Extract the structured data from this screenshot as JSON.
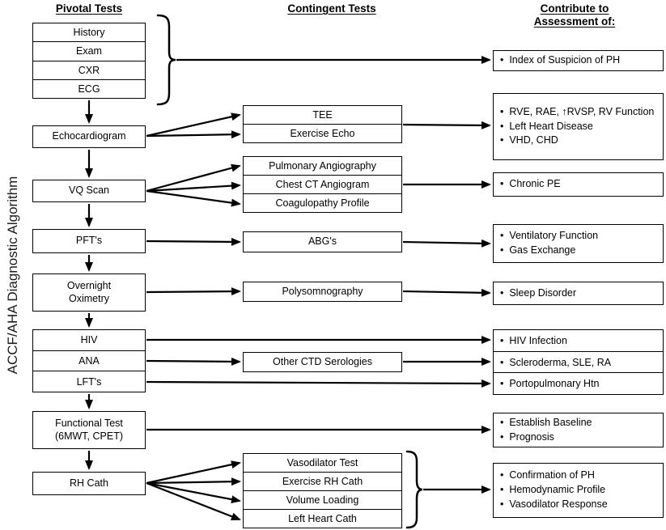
{
  "side_label": "ACCF/AHA Diagnostic Algorithm",
  "colors": {
    "ink": "#000000",
    "background": "#ffffff"
  },
  "headers": {
    "pivotal": "Pivotal Tests",
    "contingent": "Contingent Tests",
    "contribute_line1": "Contribute to",
    "contribute_line2": "Assessment of:"
  },
  "pivotal": {
    "intake": [
      "History",
      "Exam",
      "CXR",
      "ECG"
    ],
    "echocardiogram": "Echocardiogram",
    "vq_scan": "VQ Scan",
    "pfts": "PFT's",
    "overnight_oximetry": [
      "Overnight",
      "Oximetry"
    ],
    "serologies": [
      "HIV",
      "ANA",
      "LFT's"
    ],
    "functional_test": [
      "Functional Test",
      "(6MWT, CPET)"
    ],
    "rh_cath": "RH Cath"
  },
  "contingent": {
    "echo": [
      "TEE",
      "Exercise Echo"
    ],
    "vq": [
      "Pulmonary Angiography",
      "Chest CT Angiogram",
      "Coagulopathy Profile"
    ],
    "abgs": "ABG's",
    "polysomnography": "Polysomnography",
    "ctd": "Other CTD Serologies",
    "cath": [
      "Vasodilator Test",
      "Exercise RH Cath",
      "Volume Loading",
      "Left Heart Cath"
    ]
  },
  "assessment": {
    "suspicion": [
      "Index of Suspicion of PH"
    ],
    "echo": [
      "RVE, RAE, ↑RVSP, RV Function",
      "Left Heart Disease",
      "VHD, CHD"
    ],
    "chronic_pe": [
      "Chronic PE"
    ],
    "ventilation": [
      "Ventilatory Function",
      "Gas Exchange"
    ],
    "sleep": [
      "Sleep Disorder"
    ],
    "serologies": [
      "HIV Infection",
      "Scleroderma, SLE, RA",
      "Portopulmonary Htn"
    ],
    "baseline": [
      "Establish Baseline",
      "Prognosis"
    ],
    "hemodynamics": [
      "Confirmation of PH",
      "Hemodynamic Profile",
      "Vasodilator Response"
    ]
  }
}
